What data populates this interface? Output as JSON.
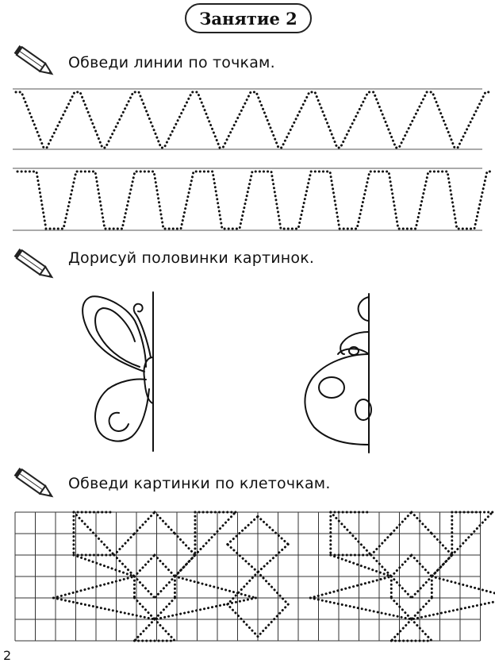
{
  "lesson": {
    "title": "Занятие 2"
  },
  "tasks": [
    {
      "instruction": "Обведи линии по точкам.",
      "icon": "pencil-icon"
    },
    {
      "instruction": "Дорисуй половинки картинок.",
      "icon": "pencil-icon"
    },
    {
      "instruction": "Обведи картинки по клеточкам.",
      "icon": "pencil-icon"
    }
  ],
  "page": {
    "number": "2"
  },
  "colors": {
    "ink": "#222222",
    "rule": "#777777",
    "grid": "#333333"
  }
}
